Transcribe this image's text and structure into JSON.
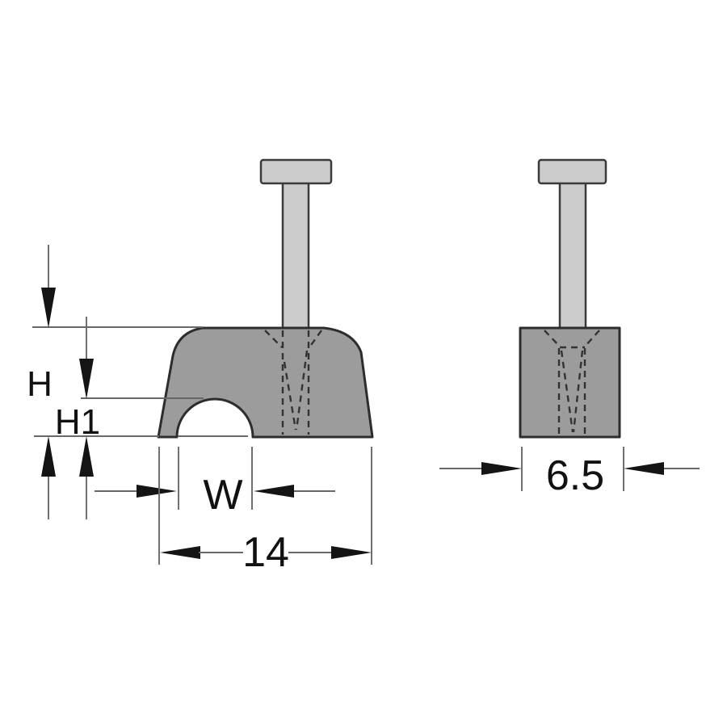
{
  "drawing": {
    "kind": "technical-dimension-drawing",
    "subject": "cable clip with nail, two orthographic views"
  },
  "dimensions": {
    "height_label": "H",
    "arch_height_label": "H1",
    "arch_width_label": "W",
    "overall_width_label": "14",
    "depth_label": "6.5"
  },
  "colors": {
    "background": "#ffffff",
    "body_fill": "#9c9c9c",
    "nail_fill": "#cccccc",
    "outline": "#2d2d2d",
    "nail_outline": "#3a3a3a",
    "dim_line": "#686868",
    "dashed_line": "#333333",
    "arrow_fill": "#141414",
    "label_text": "#111111"
  }
}
